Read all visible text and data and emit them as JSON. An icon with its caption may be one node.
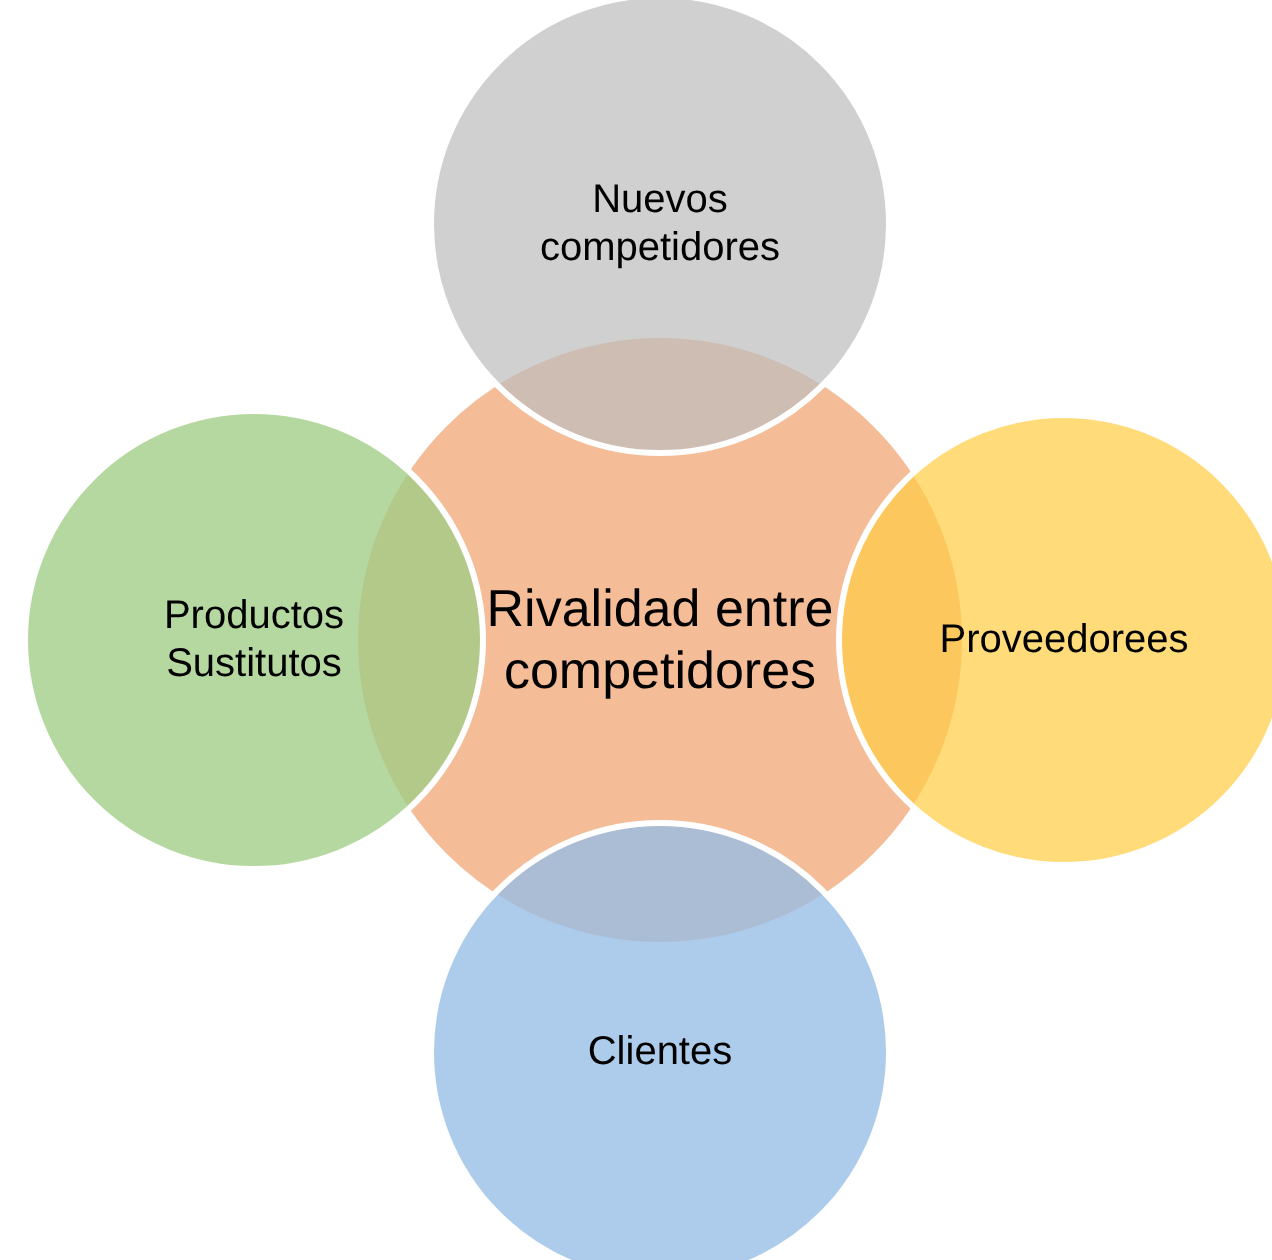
{
  "diagram": {
    "nodes": [
      {
        "text": [
          "Rivalidad entre competidores"
        ]
      },
      {
        "text": [
          "Nuevos competidores"
        ]
      },
      {
        "text": [
          "Productos Sustitutos"
        ]
      },
      {
        "text": [
          "Proveedorees"
        ]
      },
      {
        "text": [
          "Clientes"
        ]
      }
    ],
    "edges": []
  }
}
